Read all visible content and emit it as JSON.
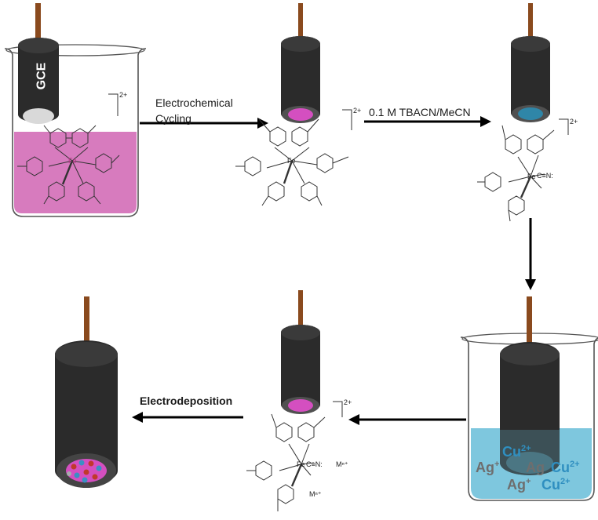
{
  "electrode": {
    "label": "GCE"
  },
  "steps": {
    "step1_line1": "Electrochemical",
    "step1_line2": "Cycling",
    "step2": "0.1 M TBACN/MeCN",
    "step3": "Electrodeposition"
  },
  "complex": {
    "charge": "2+",
    "metal": "Fe",
    "nitrogen": "N",
    "cyanide": "C≡N:",
    "metal_ion_label": "Mⁿ⁺"
  },
  "ions": {
    "cu": "Cu",
    "cu_charge": "2+",
    "ag": "Ag",
    "ag_charge": "+"
  },
  "colors": {
    "electrode_body": "#2b2b2b",
    "rod": "#8a4a1e",
    "pink_solution": "#d77bbe",
    "pink_tip": "#d44fc0",
    "blue_tip": "#2f86a8",
    "blue_solution": "#7ec7de",
    "ion_blue": "#2f8fc0",
    "ion_grey": "#6e6e6e"
  }
}
